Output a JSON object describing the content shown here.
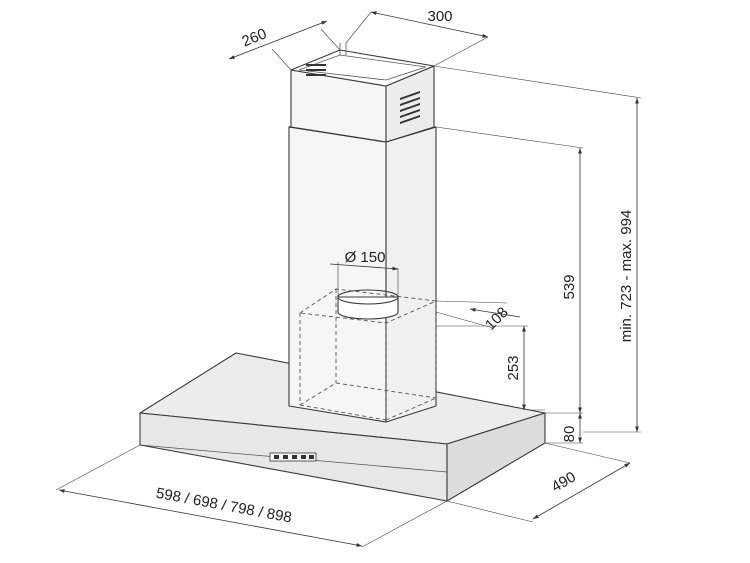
{
  "dimensions": {
    "chimney_depth": "260",
    "chimney_width": "300",
    "duct_diameter": "Ø 150",
    "outlet_offset": "108",
    "inner_height": "253",
    "chimney_height": "539",
    "overall_height": "min. 723 - max. 994",
    "hood_thickness": "80",
    "hood_depth": "490",
    "hood_widths": "598 / 698 / 798 / 898"
  }
}
